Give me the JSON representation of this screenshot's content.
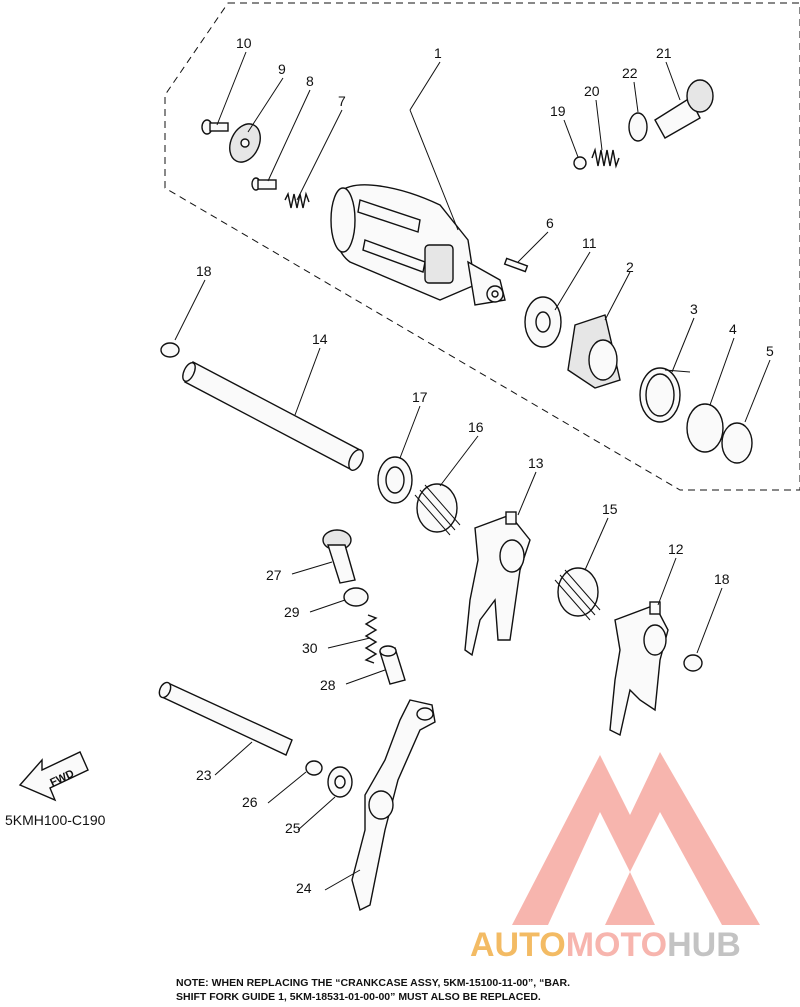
{
  "diagram": {
    "code": "5KMH100-C190",
    "fwd_label": "FWD",
    "callouts": {
      "c1": "1",
      "c2": "2",
      "c3": "3",
      "c4": "4",
      "c5": "5",
      "c6": "6",
      "c7": "7",
      "c8": "8",
      "c9": "9",
      "c10": "10",
      "c11": "11",
      "c12": "12",
      "c13": "13",
      "c14": "14",
      "c15": "15",
      "c16": "16",
      "c17": "17",
      "c18a": "18",
      "c18b": "18",
      "c19": "19",
      "c20": "20",
      "c21": "21",
      "c22": "22",
      "c23": "23",
      "c24": "24",
      "c25": "25",
      "c26": "26",
      "c27": "27",
      "c28": "28",
      "c29": "29",
      "c30": "30"
    },
    "note_line1": "NOTE: WHEN REPLACING THE “CRANKCASE ASSY, 5KM-15100-11-00”, “BAR.",
    "note_line2": "SHIFT FORK GUIDE 1, 5KM-18531-01-00-00” MUST ALSO BE REPLACED."
  },
  "watermark": {
    "text_part1": "AUTO",
    "text_part2": "MOTO",
    "text_part3": "HUB",
    "color_light": "#f6a9a1",
    "color_orange": "#f2b04a",
    "color_gray": "#b9b9b9"
  }
}
